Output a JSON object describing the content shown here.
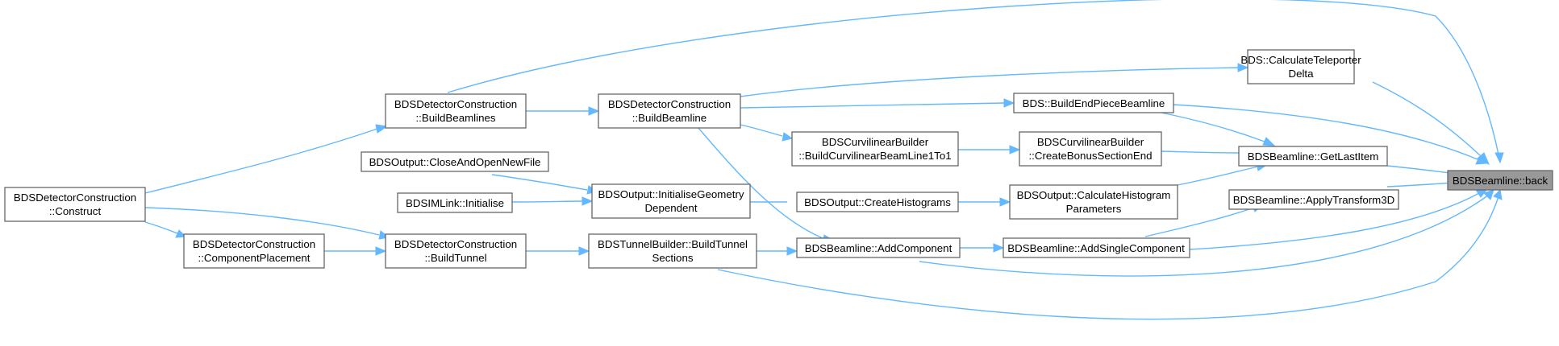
{
  "graph": {
    "edge_color": "#63b8ff",
    "node_fill": "#ffffff",
    "node_border": "#666666",
    "focus_fill": "#999999",
    "nodes": [
      {
        "id": "back",
        "lines": [
          "BDSBeamline::back"
        ],
        "focus": true
      },
      {
        "id": "teleporter",
        "lines": [
          "BDS::CalculateTeleporter",
          "Delta"
        ]
      },
      {
        "id": "endpiece",
        "lines": [
          "BDS::BuildEndPieceBeamline"
        ]
      },
      {
        "id": "getlast",
        "lines": [
          "BDSBeamline::GetLastItem"
        ]
      },
      {
        "id": "applytr",
        "lines": [
          "BDSBeamline::ApplyTransform3D"
        ]
      },
      {
        "id": "addsingle",
        "lines": [
          "BDSBeamline::AddSingleComponent"
        ]
      },
      {
        "id": "bonus",
        "lines": [
          "BDSCurvilinearBuilder",
          "::CreateBonusSectionEnd"
        ]
      },
      {
        "id": "histparams",
        "lines": [
          "BDSOutput::CalculateHistogram",
          "Parameters"
        ]
      },
      {
        "id": "curvibuild",
        "lines": [
          "BDSCurvilinearBuilder",
          "::BuildCurvilinearBeamLine1To1"
        ]
      },
      {
        "id": "createhist",
        "lines": [
          "BDSOutput::CreateHistograms"
        ]
      },
      {
        "id": "addcomp",
        "lines": [
          "BDSBeamline::AddComponent"
        ]
      },
      {
        "id": "buildbeamline",
        "lines": [
          "BDSDetectorConstruction",
          "::BuildBeamline"
        ]
      },
      {
        "id": "initgeom",
        "lines": [
          "BDSOutput::InitialiseGeometry",
          "Dependent"
        ]
      },
      {
        "id": "tunnelsec",
        "lines": [
          "BDSTunnelBuilder::BuildTunnel",
          "Sections"
        ]
      },
      {
        "id": "buildbeamlines",
        "lines": [
          "BDSDetectorConstruction",
          "::BuildBeamlines"
        ]
      },
      {
        "id": "closeopen",
        "lines": [
          "BDSOutput::CloseAndOpenNewFile"
        ]
      },
      {
        "id": "simlink",
        "lines": [
          "BDSIMLink::Initialise"
        ]
      },
      {
        "id": "buildtunnel",
        "lines": [
          "BDSDetectorConstruction",
          "::BuildTunnel"
        ]
      },
      {
        "id": "compplace",
        "lines": [
          "BDSDetectorConstruction",
          "::ComponentPlacement"
        ]
      },
      {
        "id": "construct",
        "lines": [
          "BDSDetectorConstruction",
          "::Construct"
        ]
      }
    ]
  }
}
